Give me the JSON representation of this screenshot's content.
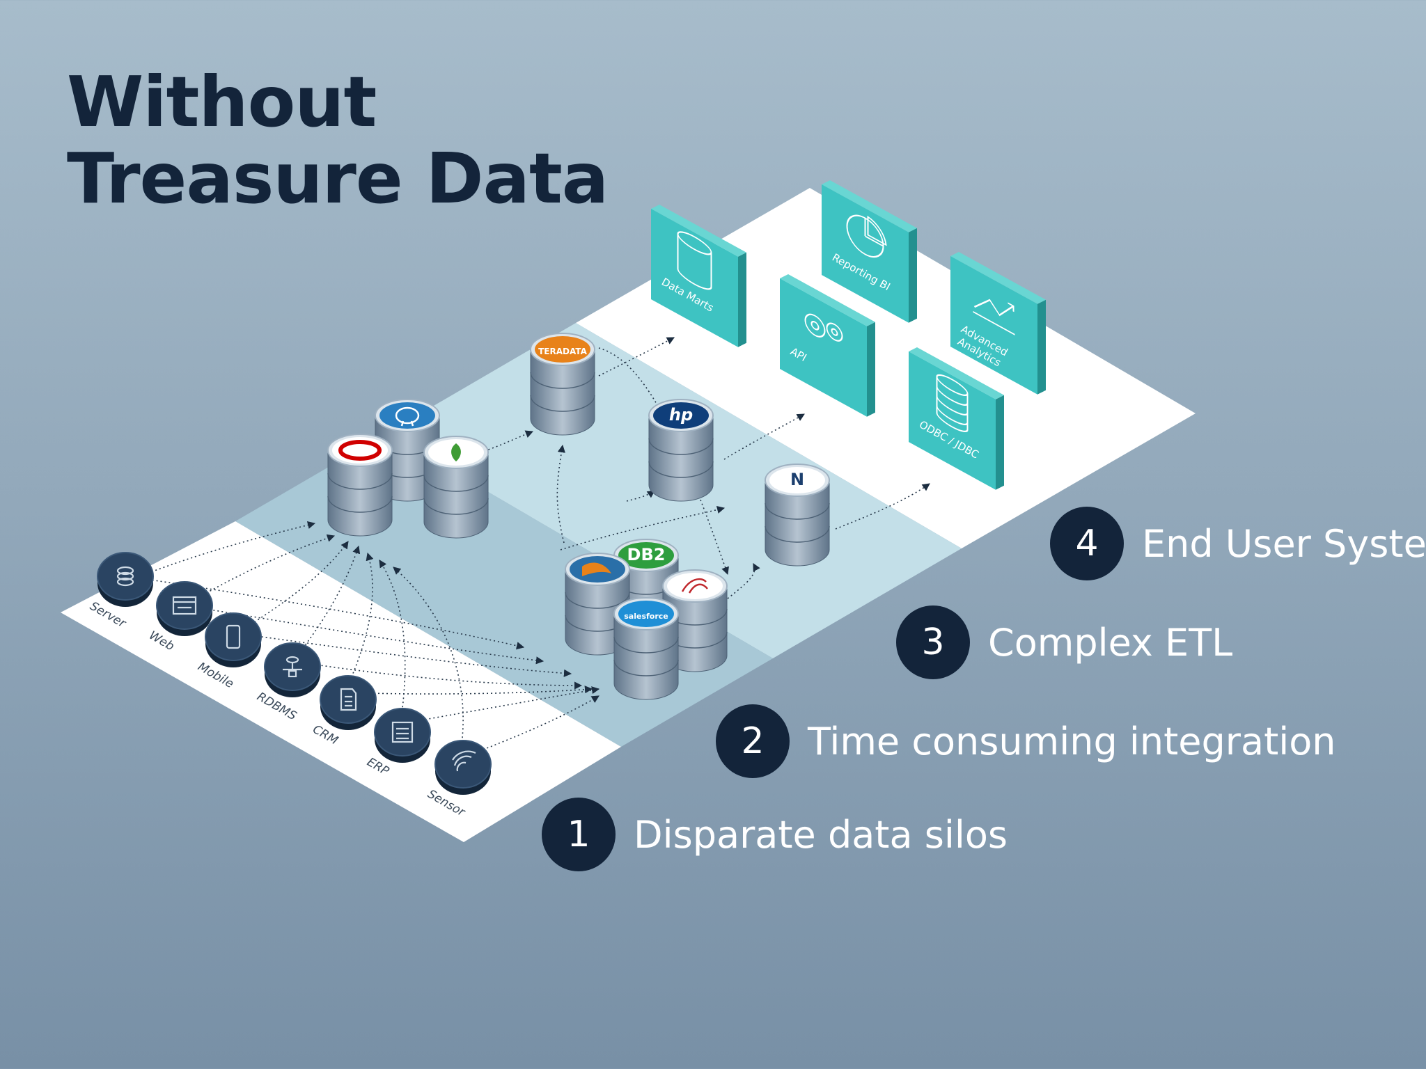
{
  "title": {
    "line1": "Without",
    "line2": "Treasure Data"
  },
  "steps": [
    {
      "number": "1",
      "label": "Disparate data silos"
    },
    {
      "number": "2",
      "label": "Time consuming integration"
    },
    {
      "number": "3",
      "label": "Complex ETL"
    },
    {
      "number": "4",
      "label": "End User System"
    }
  ],
  "sources": [
    {
      "label": "Server",
      "icon": "database-icon"
    },
    {
      "label": "Web",
      "icon": "browser-window-icon"
    },
    {
      "label": "Mobile",
      "icon": "mobile-phone-icon"
    },
    {
      "label": "RDBMS",
      "icon": "network-database-icon"
    },
    {
      "label": "CRM",
      "icon": "document-icon"
    },
    {
      "label": "ERP",
      "icon": "form-list-icon"
    },
    {
      "label": "Sensor",
      "icon": "wireless-signal-icon"
    }
  ],
  "databases": [
    {
      "name": "oracle",
      "logo": "oracle-logo",
      "cap_color": "#ffffff",
      "accent": "#d00000"
    },
    {
      "name": "postgresql",
      "logo": "elephant-logo",
      "cap_color": "#2a7fc1",
      "accent": "#ffffff"
    },
    {
      "name": "mongodb",
      "logo": "leaf-logo",
      "cap_color": "#ffffff",
      "accent": "#3f9c35"
    },
    {
      "name": "teradata",
      "logo": "TERADATA",
      "cap_color": "#e8821a",
      "accent": "#ffffff"
    },
    {
      "name": "hp",
      "logo": "hp",
      "cap_color": "#0f3e7a",
      "accent": "#ffffff"
    },
    {
      "name": "netezza",
      "logo": "N",
      "cap_color": "#ffffff",
      "accent": "#1c3f6e"
    },
    {
      "name": "db2",
      "logo": "DB2",
      "cap_color": "#2e9e3e",
      "accent": "#ffffff"
    },
    {
      "name": "mysql",
      "logo": "dolphin-logo",
      "cap_color": "#2a6fa8",
      "accent": "#e8821a"
    },
    {
      "name": "sql-server",
      "logo": "sql-server-logo",
      "cap_color": "#ffffff",
      "accent": "#c0282d"
    },
    {
      "name": "salesforce",
      "logo": "salesforce",
      "cap_color": "#1f8fd6",
      "accent": "#ffffff"
    }
  ],
  "endpoints": [
    {
      "label": "Data Marts",
      "icon": "cylinder-icon"
    },
    {
      "label": "Reporting BI",
      "icon": "pie-chart-icon"
    },
    {
      "label": "API",
      "icon": "gears-icon"
    },
    {
      "label": "Advanced Analytics",
      "icon": "line-chart-icon"
    },
    {
      "label": "ODBC / JDBC",
      "icon": "database-stack-icon"
    }
  ],
  "colors": {
    "title": "#13243a",
    "badge": "#13243a",
    "tile": "#3ec3c2",
    "cylinder_body": "#7e93a6",
    "source_disc": "#1f3652",
    "plane_sources": "#ffffff",
    "plane_silos": "#a5c5d4",
    "plane_etl": "#bfdde7",
    "plane_end": "#ffffff"
  }
}
